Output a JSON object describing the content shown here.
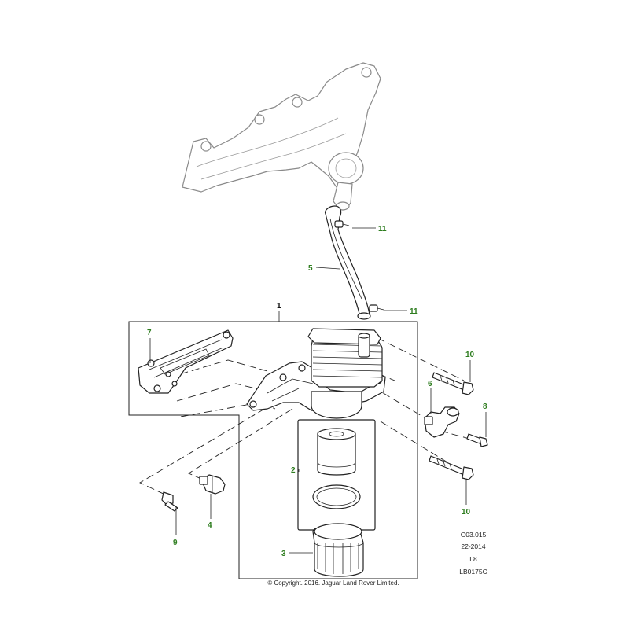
{
  "callouts": {
    "c1": "1",
    "c2": "2",
    "c3": "3",
    "c4": "4",
    "c5": "5",
    "c6": "6",
    "c7": "7",
    "c8": "8",
    "c9": "9",
    "c10a": "10",
    "c10b": "10",
    "c11a": "11",
    "c11b": "11"
  },
  "reference": {
    "line1": "G03.015",
    "line2": "22-2014",
    "line3": "L8",
    "line4": "LB0175C"
  },
  "copyright": "© Copyright. 2016. Jaguar Land Rover Limited.",
  "colors": {
    "callout_green": "#2e7d1f",
    "callout_black": "#111111",
    "line": "#222222",
    "ghost_line": "#8a8a8a"
  }
}
